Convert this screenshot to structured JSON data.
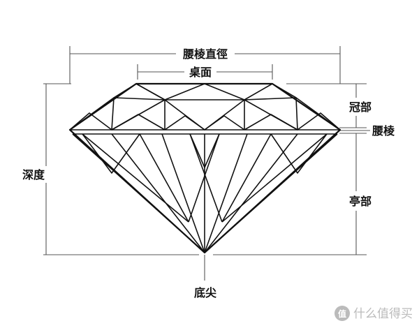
{
  "labels": {
    "girdle_diameter": "腰棱直徑",
    "table": "桌面",
    "crown": "冠部",
    "girdle": "腰棱",
    "depth": "深度",
    "pavilion": "亭部",
    "culet": "底尖"
  },
  "watermark": {
    "text": "什么值得买",
    "icon": "zhi-badge-icon"
  },
  "colors": {
    "outline": "#111111",
    "dimension_line": "#555555",
    "watermark": "#bbbbbb"
  }
}
